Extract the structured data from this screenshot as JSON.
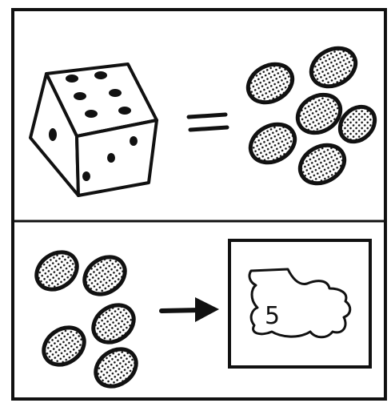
{
  "illustration": {
    "rules": [
      {
        "die_face_top_pips": 6,
        "die_face_left_pips": 1,
        "die_face_right_pips": 3,
        "equals_symbol": "=",
        "token_count": 6
      },
      {
        "token_count": 5,
        "arrow_symbol": "→",
        "card_number": "5"
      }
    ]
  },
  "colors": {
    "ink": "#111111",
    "paper": "#ffffff",
    "token_fill": "#bdbdbd"
  }
}
